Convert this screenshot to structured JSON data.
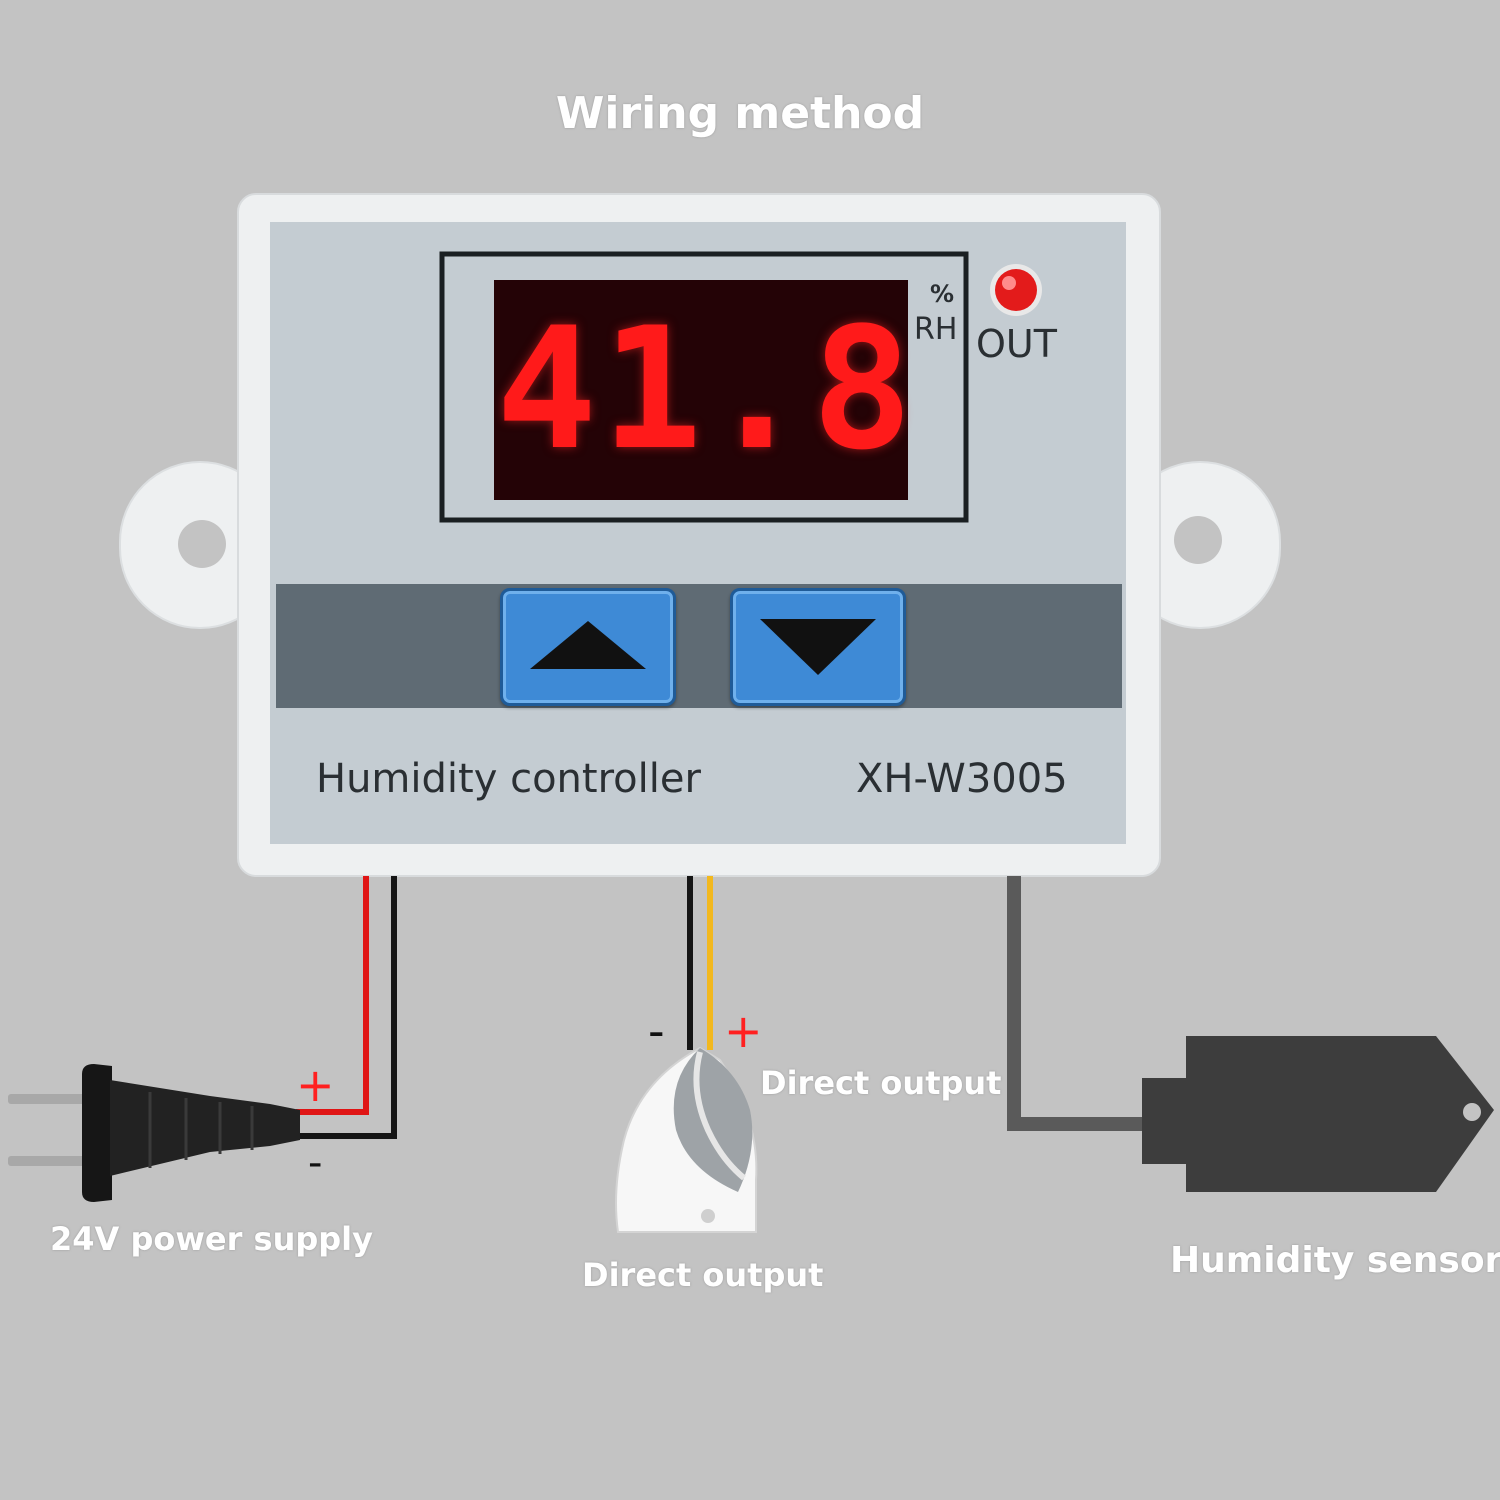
{
  "title": "Wiring method",
  "controller": {
    "display_value": "41.8",
    "unit_percent": "%",
    "unit_rh": "RH",
    "out_label": "OUT",
    "name": "Humidity controller",
    "model": "XH-W3005",
    "buttons": [
      {
        "name": "up",
        "icon": "triangle-up-icon"
      },
      {
        "name": "down",
        "icon": "triangle-down-icon"
      }
    ]
  },
  "connections": {
    "power": {
      "label": "24V power supply",
      "plus": "+",
      "minus": "-"
    },
    "light": {
      "label": "Direct output"
    },
    "output": {
      "label": "Direct output",
      "plus": "+",
      "minus": "-"
    },
    "sensor": {
      "label": "Humidity sensor"
    }
  },
  "colors": {
    "background": "#c3c3c3",
    "housing": "#eef0f1",
    "faceplate": "#c4ccd2",
    "button_strip": "#5f6b74",
    "button_blue": "#3e8ad6",
    "display_red": "#ff1a1a",
    "wire_red": "#e01515",
    "wire_black": "#151515",
    "wire_yellow": "#f2b81e",
    "sensor_gray": "#3d3d3d"
  }
}
